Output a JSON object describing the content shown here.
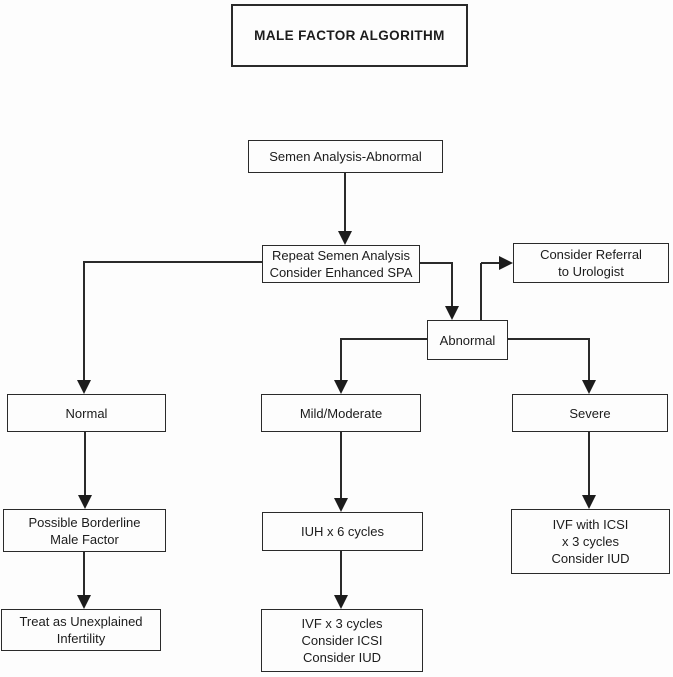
{
  "title": "MALE FACTOR ALGORITHM",
  "nodes": {
    "semen_analysis": {
      "lines": [
        "Semen Analysis-Abnormal"
      ]
    },
    "repeat_semen_analysis": {
      "lines": [
        "Repeat Semen Analysis",
        "Consider Enhanced SPA"
      ]
    },
    "consider_referral": {
      "lines": [
        "Consider Referral",
        "to Urologist"
      ]
    },
    "abnormal": {
      "lines": [
        "Abnormal"
      ]
    },
    "normal": {
      "lines": [
        "Normal"
      ]
    },
    "mild_moderate": {
      "lines": [
        "Mild/Moderate"
      ]
    },
    "severe": {
      "lines": [
        "Severe"
      ]
    },
    "possible_borderline": {
      "lines": [
        "Possible Borderline",
        "Male Factor"
      ]
    },
    "treat_unexplained": {
      "lines": [
        "Treat as Unexplained",
        "Infertility"
      ]
    },
    "iuh_cycles": {
      "lines": [
        "IUH x 6 cycles"
      ]
    },
    "ivf_3_cycles": {
      "lines": [
        "IVF x 3 cycles",
        "Consider ICSI",
        "Consider IUD"
      ]
    },
    "ivf_with_icsi": {
      "lines": [
        "IVF with ICSI",
        "x 3 cycles",
        "Consider IUD"
      ]
    }
  },
  "colors": {
    "line": "#2a2a2a",
    "text": "#1c1c1c",
    "background": "#fdfdfd"
  }
}
